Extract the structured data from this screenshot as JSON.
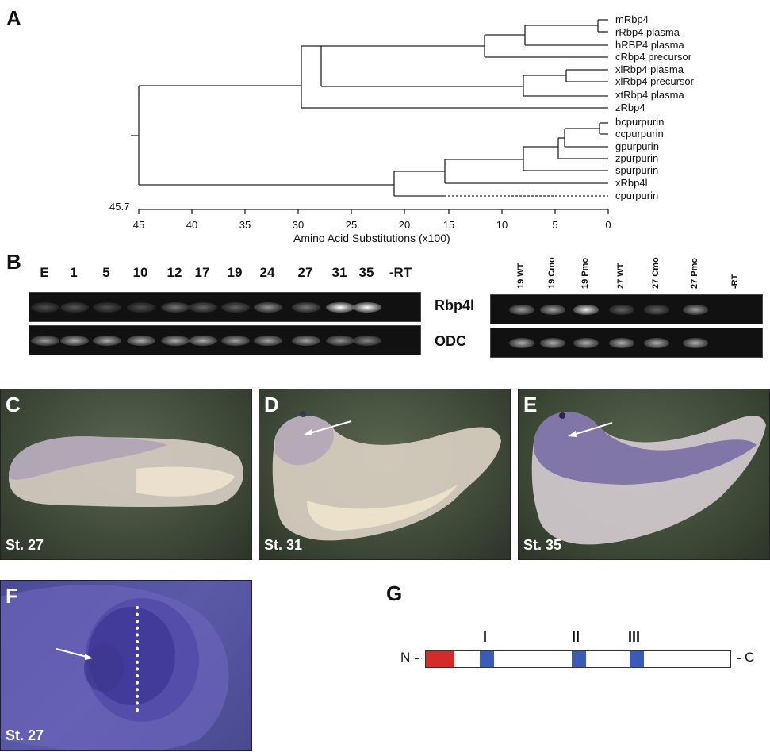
{
  "panels": {
    "a": "A",
    "b": "B",
    "c": "C",
    "d": "D",
    "e": "E",
    "f": "F",
    "g": "G"
  },
  "tree": {
    "leaves": [
      "mRbp4",
      "rRbp4 plasma",
      "hRBP4 plasma",
      "cRbp4 precursor",
      "xlRbp4 plasma",
      "xlRbp4 precursor",
      "xtRbp4 plasma",
      "zRbp4",
      "bcpurpurin",
      "ccpurpurin",
      "gpurpurin",
      "zpurpurin",
      "spurpurin",
      "xRbp4l",
      "cpurpurin"
    ],
    "root_value": "45.7",
    "axis_label": "Amino Acid Substitutions (x100)",
    "ticks": [
      "45",
      "40",
      "35",
      "30",
      "25",
      "20",
      "15",
      "10",
      "5",
      "0"
    ]
  },
  "gel_left": {
    "lanes": [
      "E",
      "1",
      "5",
      "10",
      "12",
      "17",
      "19",
      "24",
      "27",
      "31",
      "35",
      "-RT"
    ],
    "rbp4l_intensity": [
      0.1,
      0.15,
      0.1,
      0.1,
      0.3,
      0.2,
      0.2,
      0.45,
      0.3,
      1.0,
      1.0,
      0.0
    ],
    "odc_intensity": [
      0.5,
      0.6,
      0.6,
      0.6,
      0.6,
      0.6,
      0.55,
      0.55,
      0.55,
      0.45,
      0.4,
      0.0
    ]
  },
  "gel_labels": {
    "rbp4l": "Rbp4l",
    "odc": "ODC"
  },
  "gel_right": {
    "lanes": [
      "19 WT",
      "19 Cmo",
      "19 Pmo",
      "27 WT",
      "27 Cmo",
      "27 Pmo",
      "-RT"
    ],
    "rbp4l_intensity": [
      0.5,
      0.55,
      0.9,
      0.2,
      0.2,
      0.5,
      0.0
    ],
    "odc_intensity": [
      0.6,
      0.6,
      0.6,
      0.6,
      0.6,
      0.6,
      0.0
    ]
  },
  "stages": {
    "c": "St. 27",
    "d": "St. 31",
    "e": "St. 35",
    "f": "St. 27"
  },
  "domain_diagram": {
    "n_label": "N",
    "c_label": "C",
    "motif_labels": [
      "I",
      "II",
      "III"
    ],
    "colors": {
      "signal": "#d42a2a",
      "motif": "#3a5cb8"
    }
  }
}
